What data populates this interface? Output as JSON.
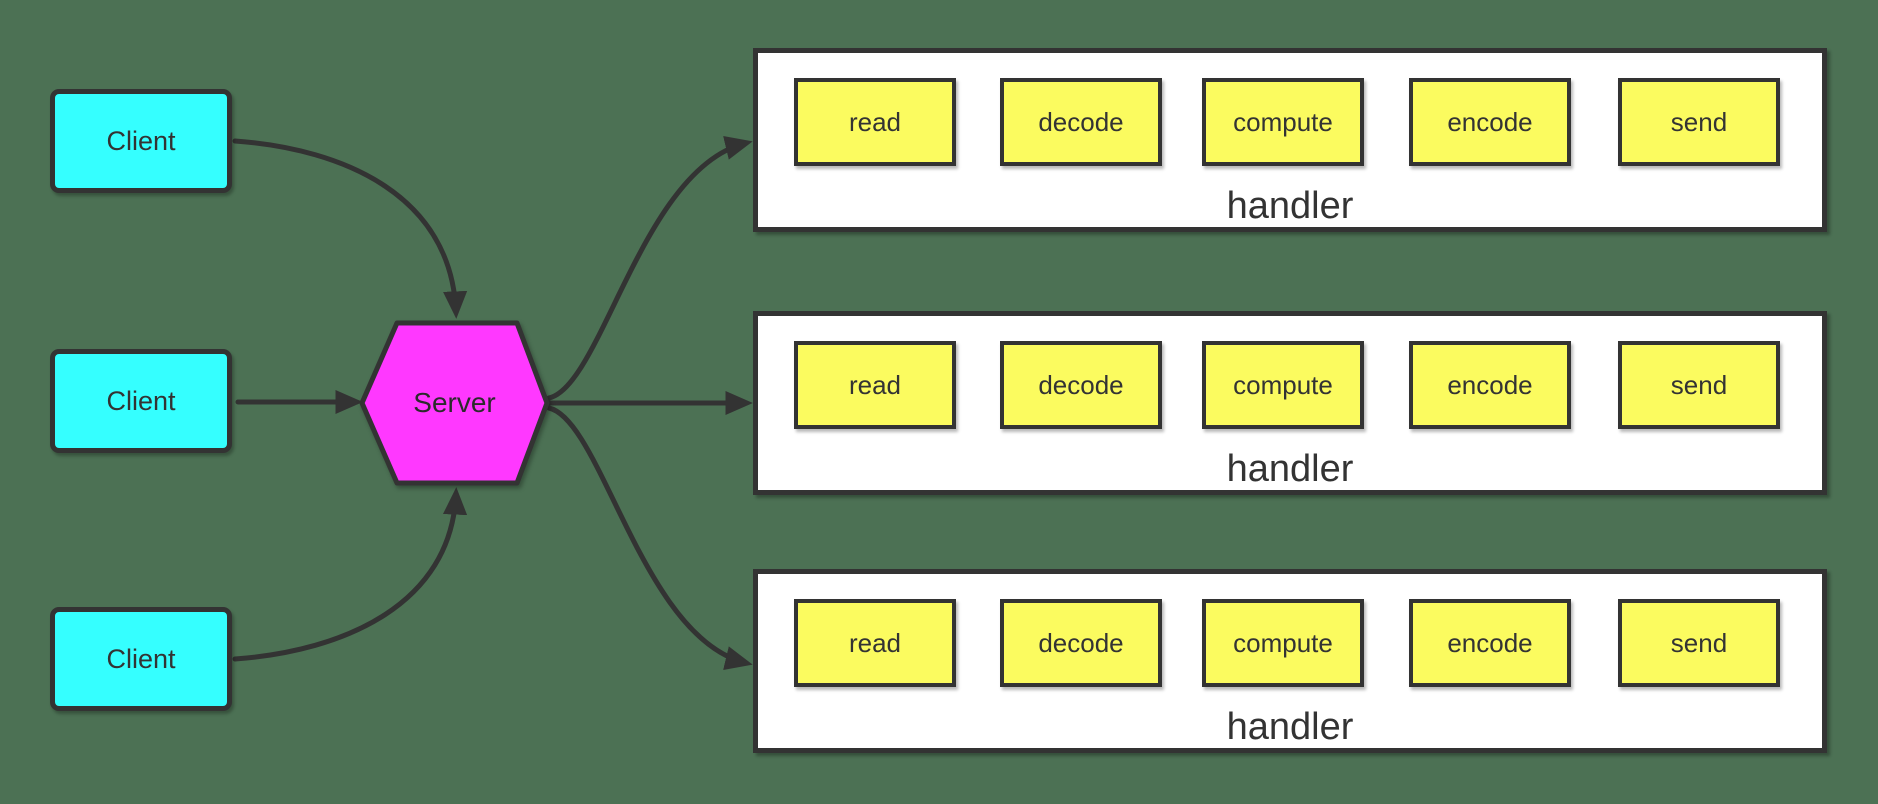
{
  "canvas": {
    "background_color": "#4C7154",
    "stroke_color": "#333333"
  },
  "clients": [
    {
      "label": "Client",
      "fill": "#35FFFF"
    },
    {
      "label": "Client",
      "fill": "#35FFFF"
    },
    {
      "label": "Client",
      "fill": "#35FFFF"
    }
  ],
  "server": {
    "label": "Server",
    "fill": "#FF38FF",
    "shape": "hexagon"
  },
  "handlers": [
    {
      "label": "handler",
      "fill": "#FFFFFF",
      "step_fill": "#FBFB5F",
      "steps": [
        {
          "label": "read"
        },
        {
          "label": "decode"
        },
        {
          "label": "compute"
        },
        {
          "label": "encode"
        },
        {
          "label": "send"
        }
      ]
    },
    {
      "label": "handler",
      "fill": "#FFFFFF",
      "step_fill": "#FBFB5F",
      "steps": [
        {
          "label": "read"
        },
        {
          "label": "decode"
        },
        {
          "label": "compute"
        },
        {
          "label": "encode"
        },
        {
          "label": "send"
        }
      ]
    },
    {
      "label": "handler",
      "fill": "#FFFFFF",
      "step_fill": "#FBFB5F",
      "steps": [
        {
          "label": "read"
        },
        {
          "label": "decode"
        },
        {
          "label": "compute"
        },
        {
          "label": "encode"
        },
        {
          "label": "send"
        }
      ]
    }
  ],
  "edges": [
    {
      "from": "client-1",
      "to": "server"
    },
    {
      "from": "client-2",
      "to": "server"
    },
    {
      "from": "client-3",
      "to": "server"
    },
    {
      "from": "server",
      "to": "handler-1"
    },
    {
      "from": "server",
      "to": "handler-2"
    },
    {
      "from": "server",
      "to": "handler-3"
    }
  ]
}
